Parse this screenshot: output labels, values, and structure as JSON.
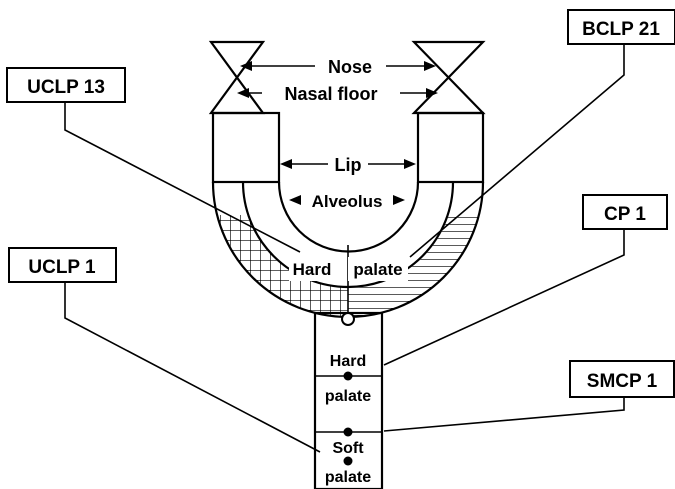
{
  "boxes": {
    "uclp13": "UCLP 13",
    "bclp21": "BCLP 21",
    "cp1": "CP 1",
    "uclp1": "UCLP 1",
    "smcp1": "SMCP 1"
  },
  "labels": {
    "nose": "Nose",
    "nasal_floor": "Nasal floor",
    "lip": "Lip",
    "alveolus": "Alveolus",
    "hard": "Hard",
    "palate": "palate",
    "hard2": "Hard",
    "palate2": "palate",
    "soft": "Soft",
    "palate3": "palate"
  }
}
